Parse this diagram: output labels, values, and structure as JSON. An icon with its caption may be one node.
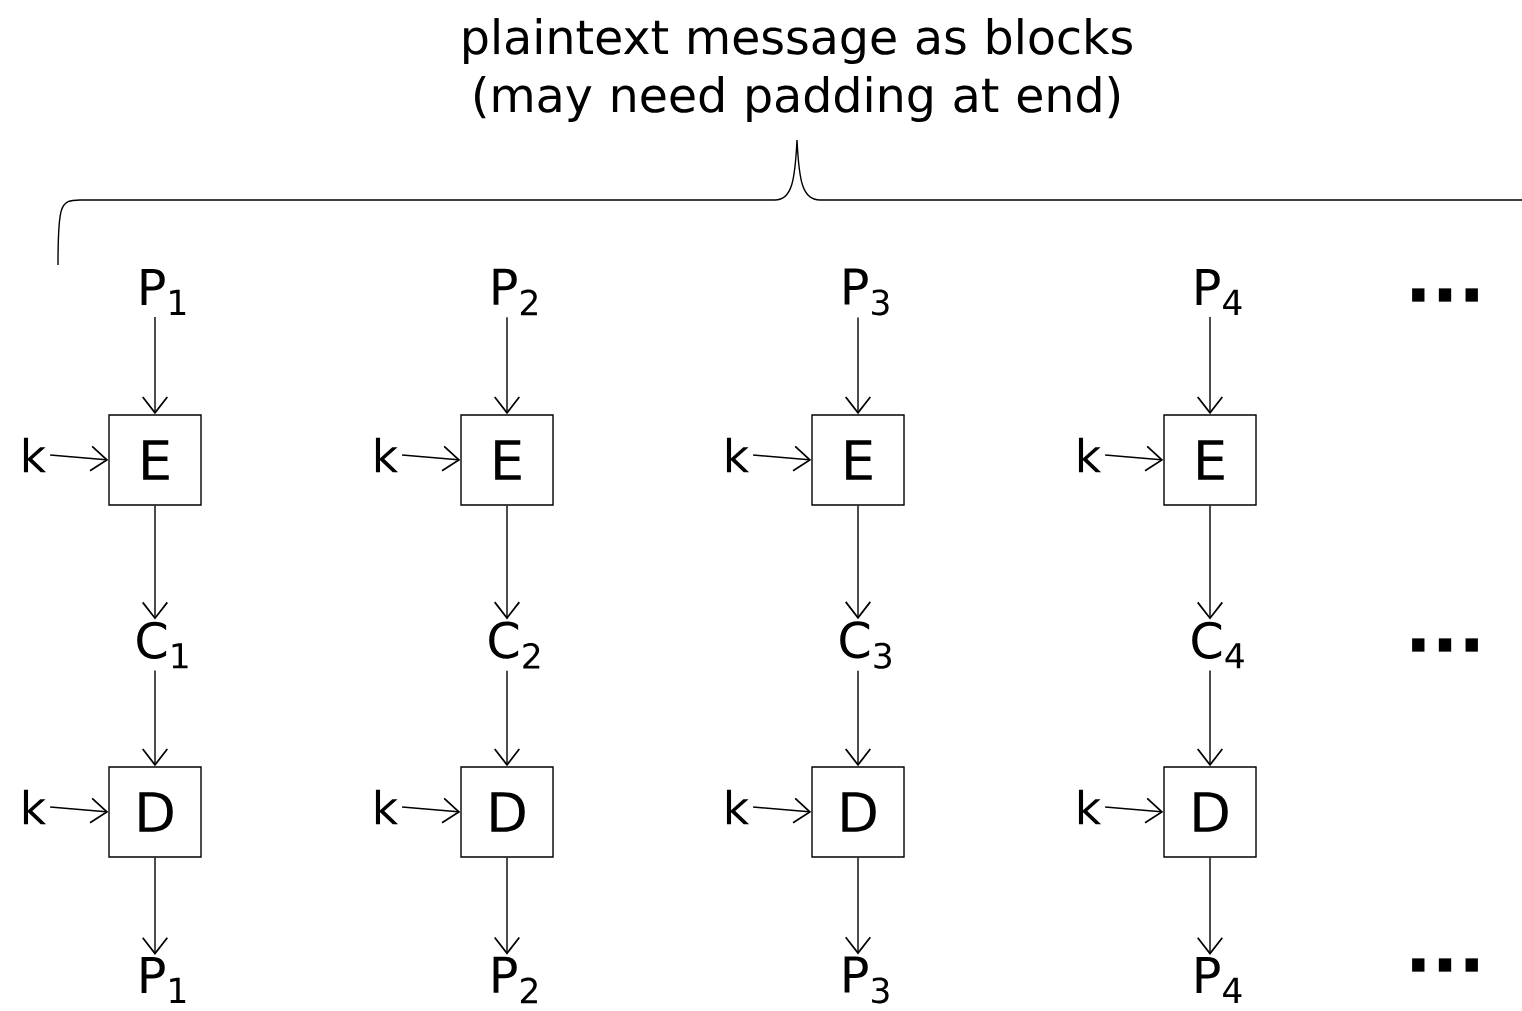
{
  "diagram": {
    "title": "plaintext message as blocks (may need padding at end)",
    "nodes": [
      {
        "text": [
          "P$_{1}$"
        ]
      },
      {
        "text": [
          "P$_{2}$"
        ]
      },
      {
        "text": [
          "P$_{3}$"
        ]
      },
      {
        "text": [
          "P$_{4}$"
        ]
      },
      {
        "text": [
          "k"
        ]
      },
      {
        "text": [
          "E"
        ]
      },
      {
        "text": [
          "k"
        ]
      },
      {
        "text": [
          "E"
        ]
      },
      {
        "text": [
          "k"
        ]
      },
      {
        "text": [
          "E"
        ]
      },
      {
        "text": [
          "k"
        ]
      },
      {
        "text": [
          "E"
        ]
      },
      {
        "text": [
          "C$_{1}$"
        ]
      },
      {
        "text": [
          "C$_{2}$"
        ]
      },
      {
        "text": [
          "C$_{3}$"
        ]
      },
      {
        "text": [
          "C$_{4}$"
        ]
      },
      {
        "text": [
          "k"
        ]
      },
      {
        "text": [
          "D"
        ]
      },
      {
        "text": [
          "k"
        ]
      },
      {
        "text": [
          "D"
        ]
      },
      {
        "text": [
          "k"
        ]
      },
      {
        "text": [
          "D"
        ]
      },
      {
        "text": [
          "k"
        ]
      },
      {
        "text": [
          "D"
        ]
      },
      {
        "text": [
          "P$_{1}$"
        ]
      },
      {
        "text": [
          "P$_{2}$"
        ]
      },
      {
        "text": [
          "P$_{3}$"
        ]
      },
      {
        "text": [
          "P$_{4}$"
        ]
      }
    ],
    "edges": [
      {
        "from": 0,
        "to": 5,
        "arrow": "to"
      },
      {
        "from": 4,
        "to": 5,
        "arrow": "to"
      },
      {
        "from": 5,
        "to": 12,
        "arrow": "to"
      },
      {
        "from": 12,
        "to": 17,
        "arrow": "to"
      },
      {
        "from": 16,
        "to": 17,
        "arrow": "to"
      },
      {
        "from": 17,
        "to": 24,
        "arrow": "to"
      },
      {
        "from": 1,
        "to": 7,
        "arrow": "to"
      },
      {
        "from": 6,
        "to": 7,
        "arrow": "to"
      },
      {
        "from": 7,
        "to": 13,
        "arrow": "to"
      },
      {
        "from": 13,
        "to": 19,
        "arrow": "to"
      },
      {
        "from": 18,
        "to": 19,
        "arrow": "to"
      },
      {
        "from": 19,
        "to": 25,
        "arrow": "to"
      },
      {
        "from": 2,
        "to": 9,
        "arrow": "to"
      },
      {
        "from": 8,
        "to": 9,
        "arrow": "to"
      },
      {
        "from": 9,
        "to": 14,
        "arrow": "to"
      },
      {
        "from": 14,
        "to": 21,
        "arrow": "to"
      },
      {
        "from": 20,
        "to": 21,
        "arrow": "to"
      },
      {
        "from": 21,
        "to": 26,
        "arrow": "to"
      },
      {
        "from": 3,
        "to": 11,
        "arrow": "to"
      },
      {
        "from": 10,
        "to": 11,
        "arrow": "to"
      },
      {
        "from": 11,
        "to": 15,
        "arrow": "to"
      },
      {
        "from": 15,
        "to": 23,
        "arrow": "to"
      },
      {
        "from": 22,
        "to": 23,
        "arrow": "to"
      },
      {
        "from": 23,
        "to": 27,
        "arrow": "to"
      }
    ],
    "labels": [
      "...",
      "...",
      "..."
    ]
  }
}
